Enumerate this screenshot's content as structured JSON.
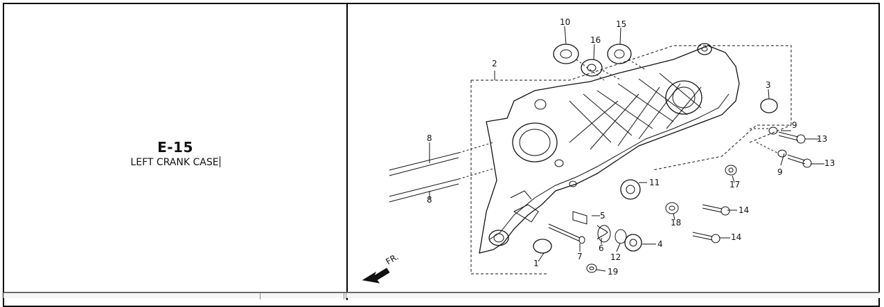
{
  "section": {
    "code": "E-15",
    "name": "LEFT CRANK CASE"
  },
  "diagram": {
    "direction_label": "FR.",
    "callouts": [
      "10",
      "16",
      "15",
      "2",
      "3",
      "9",
      "13",
      "9",
      "13",
      "8",
      "8",
      "17",
      "11",
      "5",
      "14",
      "18",
      "6",
      "7",
      "12",
      "4",
      "14",
      "1",
      "19"
    ]
  },
  "colors": {
    "line": "#111111",
    "border": "#000000"
  }
}
